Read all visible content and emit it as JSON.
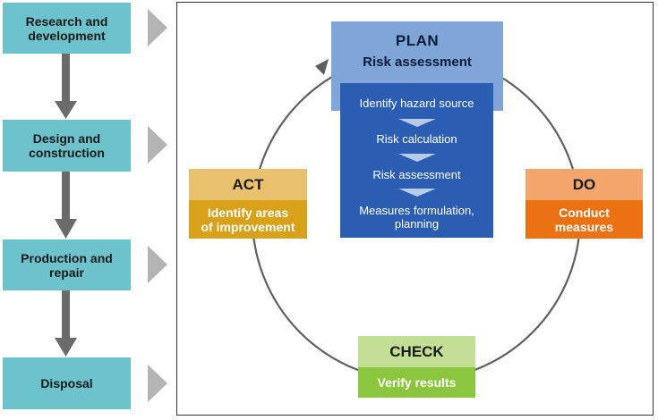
{
  "lifecycle": {
    "stages": [
      "Research and\ndevelopment",
      "Design and\nconstruction",
      "Production and\nrepair",
      "Disposal"
    ]
  },
  "cycle": {
    "plan": {
      "title": "PLAN",
      "subtitle": "Risk assessment",
      "steps": [
        "Identify hazard source",
        "Risk calculation",
        "Risk assessment",
        "Measures formulation,\nplanning"
      ]
    },
    "do": {
      "title": "DO",
      "subtitle": "Conduct\nmeasures"
    },
    "check": {
      "title": "CHECK",
      "subtitle": "Verify results"
    },
    "act": {
      "title": "ACT",
      "subtitle": "Identify areas\nof improvement"
    }
  }
}
